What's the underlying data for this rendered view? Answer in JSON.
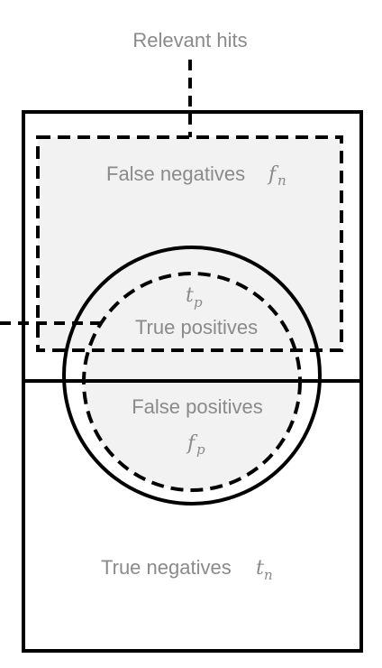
{
  "labels": {
    "relevant_hits": "Relevant hits",
    "false_negatives": "False negatives",
    "false_negatives_symbol": "f",
    "false_negatives_subscript": "n",
    "true_positives_symbol": "t",
    "true_positives_subscript": "p",
    "true_positives": "True positives",
    "false_positives": "False positives",
    "false_positives_symbol": "f",
    "false_positives_subscript": "p",
    "true_negatives": "True negatives",
    "true_negatives_symbol": "t",
    "true_negatives_subscript": "n"
  },
  "colors": {
    "stroke": "#000000",
    "text": "#8a8a8a",
    "region_fill": "#f2f2f2"
  }
}
